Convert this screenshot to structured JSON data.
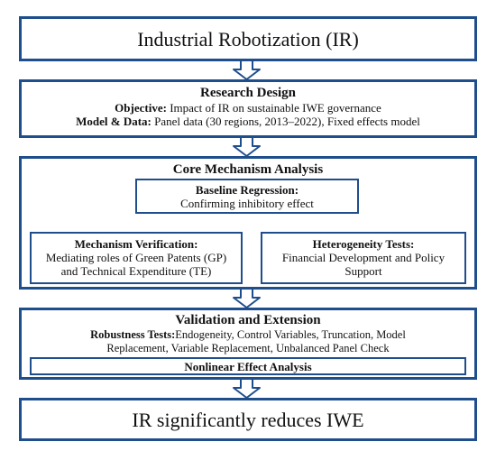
{
  "top": {
    "title": "Industrial Robotization (IR)"
  },
  "research_design": {
    "title": "Research Design",
    "objective_label": "Objective:",
    "objective_text": "Impact of IR on sustainable IWE governance",
    "model_label": "Model & Data:",
    "model_text": "Panel data (30 regions, 2013–2022), Fixed effects model"
  },
  "core": {
    "title": "Core Mechanism Analysis",
    "baseline": {
      "title": "Baseline Regression:",
      "text": "Confirming inhibitory effect"
    },
    "mechanism": {
      "title": "Mechanism Verification:",
      "line1": "Mediating roles of Green Patents (GP)",
      "line2": "and Technical Expenditure (TE)"
    },
    "heterogeneity": {
      "title": "Heterogeneity Tests:",
      "line1": "Financial Development and Policy",
      "line2": "Support"
    }
  },
  "validation": {
    "title": "Validation and Extension",
    "robust_label": "Robustness Tests:",
    "robust_line1": "Endogeneity, Control Variables, Truncation, Model",
    "robust_line2": "Replacement, Variable Replacement, Unbalanced Panel Check",
    "nonlinear": "Nonlinear Effect Analysis"
  },
  "bottom": {
    "title": "IR significantly reduces IWE"
  },
  "colors": {
    "border": "#1f4e8c",
    "arrow": "#1f4e8c",
    "text": "#111111"
  }
}
